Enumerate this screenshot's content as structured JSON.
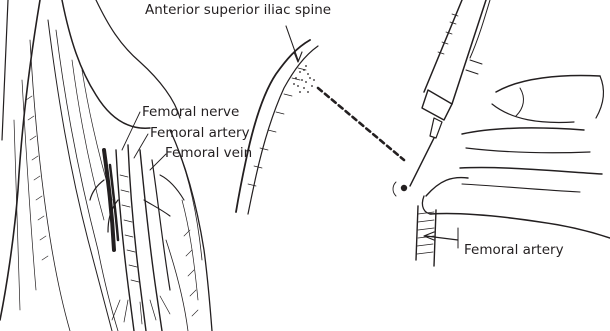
{
  "labels": {
    "asis": "Anterior superior iliac spine",
    "femoral_nerve": "Femoral nerve",
    "femoral_artery": "Femoral artery",
    "femoral_vein": "Femoral vein",
    "femoral_artery_right": "Femoral artery"
  }
}
